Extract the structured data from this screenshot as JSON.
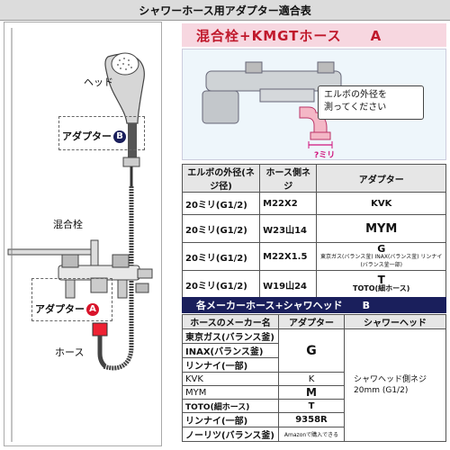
{
  "title": "シャワーホース用アダプター適合表",
  "left": {
    "head_label": "ヘッド",
    "adapter_b_label": "アダプター",
    "adapter_b_mark": "B",
    "faucet_label": "混合栓",
    "adapter_a_label": "アダプター",
    "adapter_a_mark": "A",
    "hose_label": "ホース"
  },
  "section_a": {
    "header": "混合栓+KMGTホース　　A",
    "bubble_line1": "エルボの外径を",
    "bubble_line2": "測ってください",
    "dim_label": "?ミリ",
    "columns": [
      "エルボの外径(ネジ径)",
      "ホース側ネジ",
      "アダプター"
    ],
    "rows": [
      {
        "outer": "20ミリ(G1/2)",
        "thread": "M22X2",
        "adapter": "KVK",
        "note": ""
      },
      {
        "outer": "20ミリ(G1/2)",
        "thread": "W23山14",
        "adapter": "MYM",
        "note": ""
      },
      {
        "outer": "20ミリ(G1/2)",
        "thread": "M22X1.5",
        "adapter": "G",
        "note": "東京ガス(バランス釜) INAX(バランス釜) リンナイ(バランス釜一部)"
      },
      {
        "outer": "20ミリ(G1/2)",
        "thread": "W19山24",
        "adapter": "T",
        "note": "TOTO(細ホース)"
      }
    ]
  },
  "section_b": {
    "header": "各メーカーホース+シャワヘッド　　B",
    "columns": [
      "ホースのメーカー名",
      "アダプター",
      "シャワーヘッド"
    ],
    "makers": [
      "東京ガス(バランス釜)",
      "INAX(バランス釜)",
      "リンナイ(一部)",
      "KVK",
      "MYM",
      "TOTO(細ホース)",
      "リンナイ(一部)",
      "ノーリツ(バランス釜)"
    ],
    "adapters": {
      "g": "G",
      "k": "K",
      "m": "M",
      "t": "T",
      "r": "9358R",
      "n": "Amazonで購入できる"
    },
    "shower_head_line1": "シャワヘッド側ネジ",
    "shower_head_line2": "20mm (G1/2)"
  }
}
